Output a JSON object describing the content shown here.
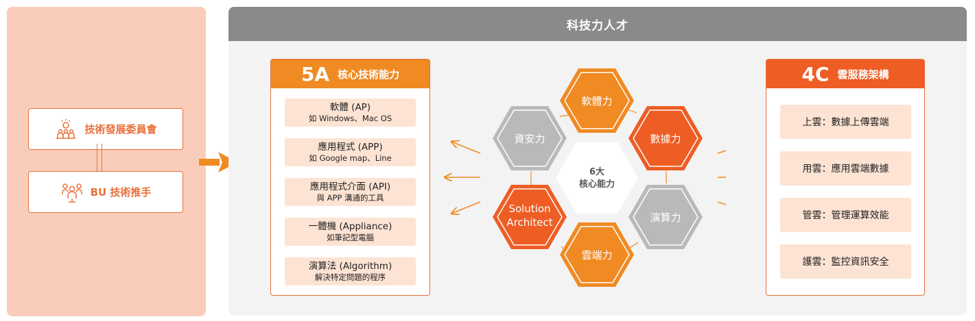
{
  "org": {
    "committee": "技術發展委員會",
    "bu": "BU 技術推手"
  },
  "main": {
    "title": "科技力人才"
  },
  "skills5a": {
    "head_big": "5A",
    "head_sub": "核心技術能力",
    "items": [
      {
        "title": "軟體 (AP)",
        "sub": "如 Windows、Mac OS"
      },
      {
        "title": "應用程式 (APP)",
        "sub": "如 Google map、Line"
      },
      {
        "title": "應用程式介面 (API)",
        "sub": "與 APP 溝通的工具"
      },
      {
        "title": "一體機 (Appliance)",
        "sub": "如筆記型電腦"
      },
      {
        "title": "演算法 (Algorithm)",
        "sub": "解決特定問題的程序"
      }
    ]
  },
  "hexes": {
    "center_line1": "6大",
    "center_line2": "核心能力",
    "software": "軟體力",
    "data": "數據力",
    "compute": "演算力",
    "cloud": "雲端力",
    "solution_line1": "Solution",
    "solution_line2": "Architect",
    "security": "資安力"
  },
  "cloud4c": {
    "head_big": "4C",
    "head_sub": "雲服務架構",
    "items": [
      "上雲：數據上傳雲端",
      "用雲：應用雲端數據",
      "管雲：管理運算效能",
      "護雲：監控資訊安全"
    ]
  },
  "colors": {
    "orange": "#f08a22",
    "deep_orange": "#ee5d24",
    "gray": "#b9b9b9",
    "pink": "#f9cdb9",
    "header_gray": "#8a8a8a"
  }
}
